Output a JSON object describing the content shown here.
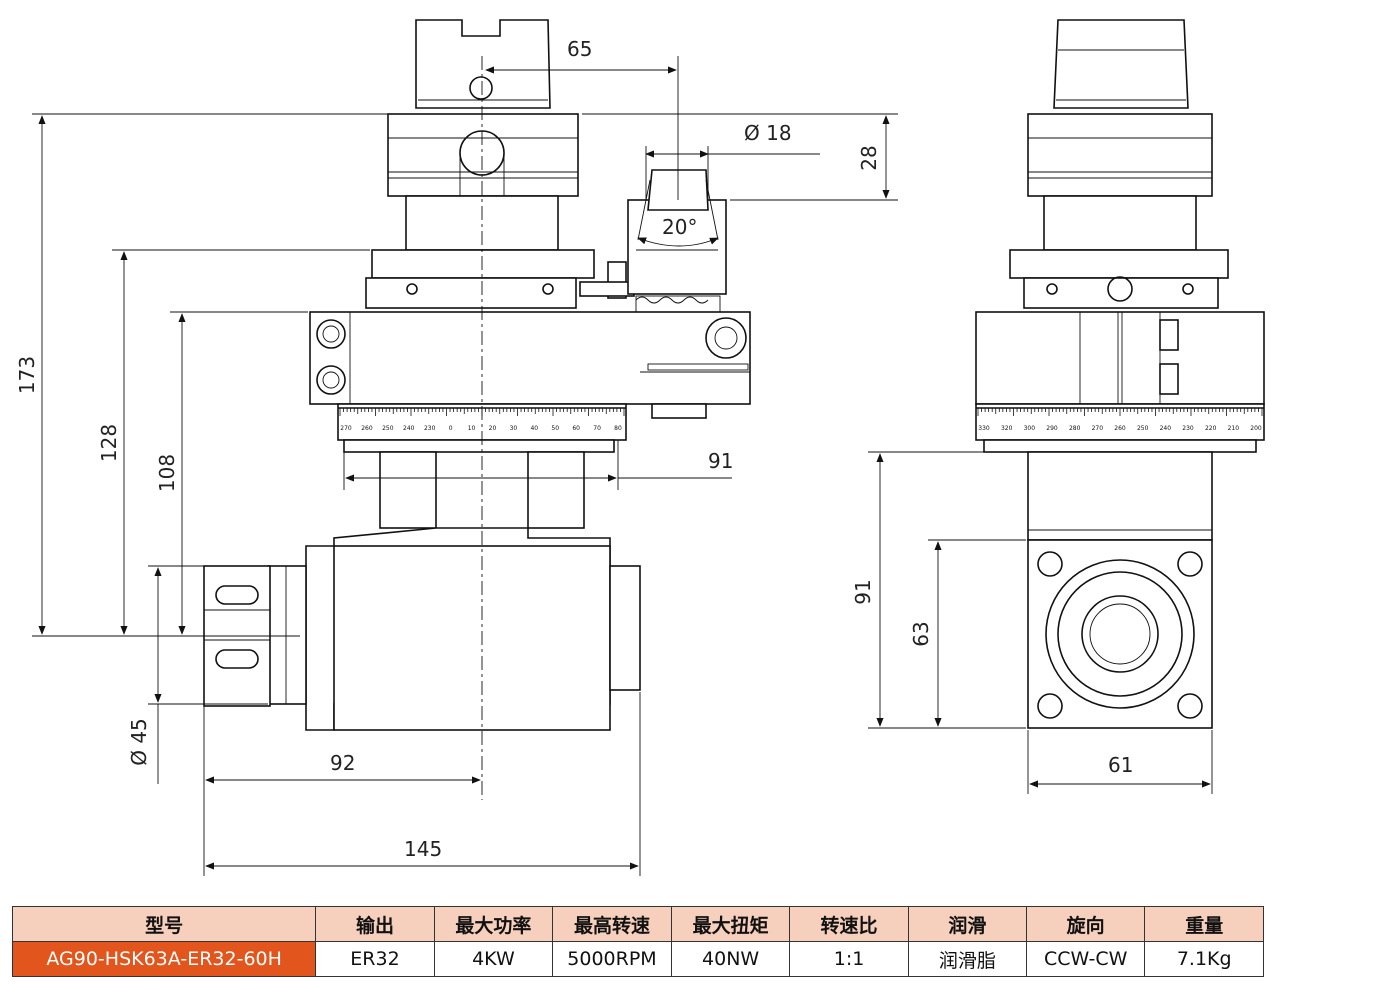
{
  "dimensions": {
    "d65": "65",
    "d18": "Ø 18",
    "d28": "28",
    "d20": "20°",
    "d173": "173",
    "d128": "128",
    "d108": "108",
    "d91a": "91",
    "d45": "Ø 45",
    "d92": "92",
    "d145": "145",
    "d91b": "91",
    "d63": "63",
    "d61": "61"
  },
  "scale_front": [
    "270",
    "260",
    "250",
    "240",
    "230",
    "0",
    "10",
    "20",
    "30",
    "40",
    "50",
    "60",
    "70",
    "80"
  ],
  "scale_side": [
    "330",
    "320",
    "300",
    "290",
    "280",
    "270",
    "260",
    "250",
    "240",
    "230",
    "220",
    "210",
    "200"
  ],
  "table": {
    "headers": [
      "型号",
      "输出",
      "最大功率",
      "最高转速",
      "最大扭矩",
      "转速比",
      "润滑",
      "旋向",
      "重量"
    ],
    "row": [
      "AG90-HSK63A-ER32-60H",
      "ER32",
      "4KW",
      "5000RPM",
      "40NW",
      "1:1",
      "润滑脂",
      "CCW-CW",
      "7.1Kg"
    ]
  },
  "colors": {
    "header_bg": "#f7d0bd",
    "model_bg": "#e2551c"
  }
}
